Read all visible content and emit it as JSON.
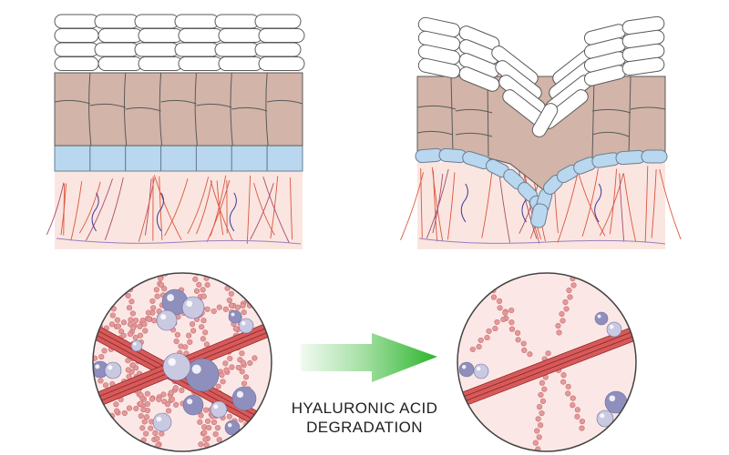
{
  "diagram": {
    "caption_line1": "HYALURONIC ACID",
    "caption_line2": "DEGRADATION",
    "panels": [
      "healthy-skin-cross-section",
      "aged-skin-cross-section",
      "dense-dermal-matrix-magnified",
      "degraded-dermal-matrix-magnified"
    ]
  },
  "colors": {
    "stratum_corneum": "#ffffff",
    "cell_outline": "#555555",
    "epidermis": "#d2b4a8",
    "basal_layer": "#b9d7ee",
    "dermis": "#fbe5e0",
    "collagen_fiber": "#d9534f",
    "elastin_beads": "#e39a9a",
    "hyaluronic_acid_spheres": "#8f8fbd",
    "arrow_start": "#e8f5e8",
    "arrow_end": "#2db52d"
  }
}
